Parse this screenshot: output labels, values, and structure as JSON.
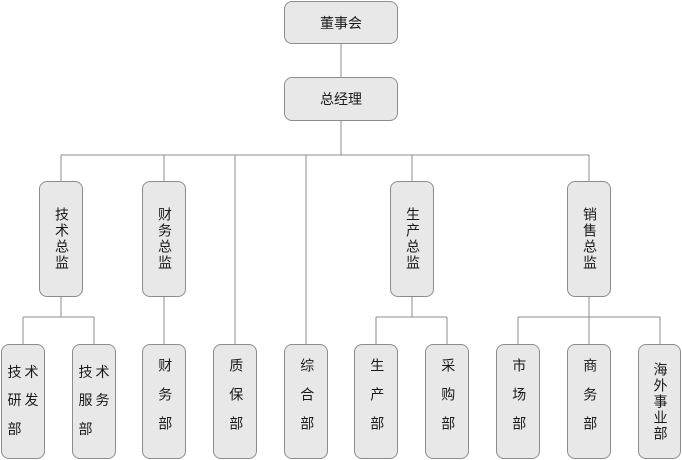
{
  "org": {
    "board": "董事会",
    "gm": "总经理",
    "tech_director": "技术总监",
    "finance_director": "财务总监",
    "quality_dept": "质保部",
    "general_dept": "综合部",
    "production_director": "生产总监",
    "sales_director": "销售总监",
    "tech_rnd_dept": "技术研发部",
    "tech_service_dept": "技术服务部",
    "finance_dept": "财务部",
    "production_dept": "生产部",
    "purchasing_dept": "采购部",
    "marketing_dept": "市场部",
    "business_dept": "商务部",
    "overseas_dept": "海外事业部"
  },
  "colors": {
    "node_fill": "#e8e8e8",
    "node_border": "#8c8c8c",
    "line": "#8c8c8c"
  }
}
